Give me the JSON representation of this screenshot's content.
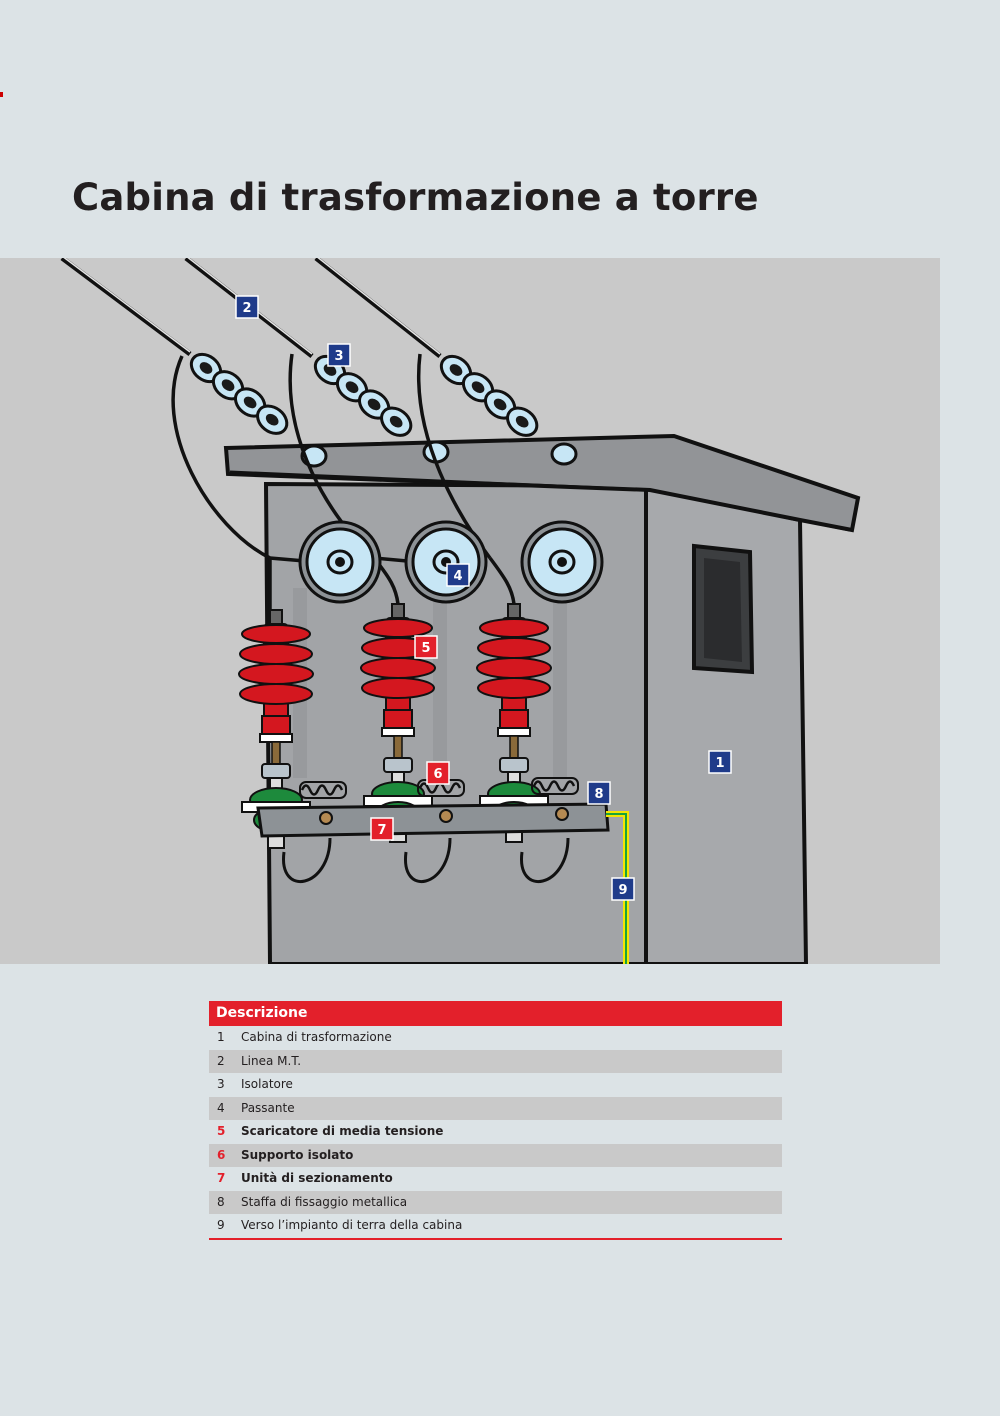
{
  "page": {
    "title": "Cabina di trasformazione a torre"
  },
  "diagram": {
    "callouts": [
      {
        "num": "1",
        "color": "blue"
      },
      {
        "num": "2",
        "color": "blue"
      },
      {
        "num": "3",
        "color": "blue"
      },
      {
        "num": "4",
        "color": "blue"
      },
      {
        "num": "5",
        "color": "red"
      },
      {
        "num": "6",
        "color": "red"
      },
      {
        "num": "7",
        "color": "red"
      },
      {
        "num": "8",
        "color": "blue"
      },
      {
        "num": "9",
        "color": "blue"
      }
    ],
    "colors": {
      "callout_blue": "#1f3b8a",
      "callout_red": "#e3202b",
      "arrester_red": "#d4171f",
      "insulator_blue": "#c7e6f5",
      "green_unit": "#1d8a3c",
      "ground_yellow": "#f2e600",
      "ground_green": "#19a33a"
    }
  },
  "legend": {
    "header": "Descrizione",
    "rows": [
      {
        "num": "1",
        "text": "Cabina di trasformazione",
        "highlight": false
      },
      {
        "num": "2",
        "text": "Linea M.T.",
        "highlight": false
      },
      {
        "num": "3",
        "text": "Isolatore",
        "highlight": false
      },
      {
        "num": "4",
        "text": "Passante",
        "highlight": false
      },
      {
        "num": "5",
        "text": "Scaricatore di media tensione",
        "highlight": true
      },
      {
        "num": "6",
        "text": "Supporto isolato",
        "highlight": true
      },
      {
        "num": "7",
        "text": "Unità di sezionamento",
        "highlight": true
      },
      {
        "num": "8",
        "text": "Staffa di fissaggio metallica",
        "highlight": false
      },
      {
        "num": "9",
        "text": "Verso l’impianto di terra della cabina",
        "highlight": false
      }
    ]
  }
}
